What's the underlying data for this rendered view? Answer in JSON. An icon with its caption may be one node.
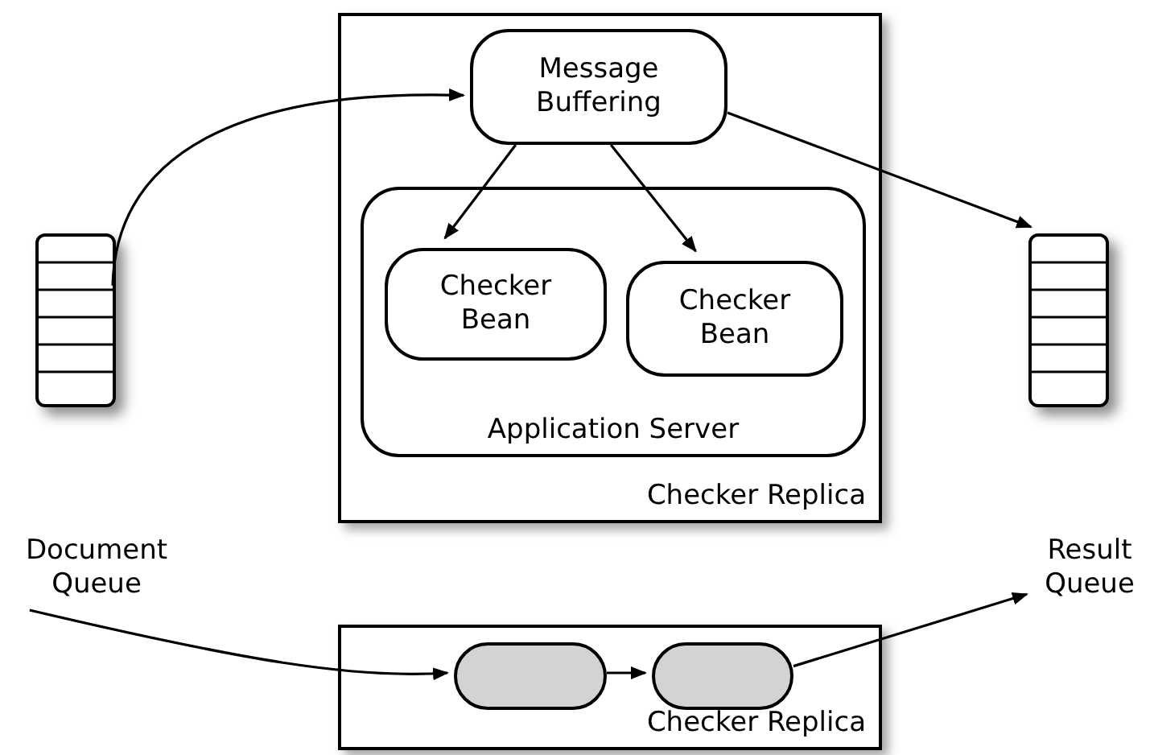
{
  "diagram": {
    "nodes": [
      {
        "text": [
          "Checker Replica"
        ]
      },
      {
        "text": [
          "Message Buffering"
        ],
        "in": 0
      },
      {
        "text": [
          "Application Server"
        ],
        "in": 0
      },
      {
        "text": [
          "Checker Bean"
        ],
        "in": 2
      },
      {
        "text": [
          "Checker Bean"
        ],
        "in": 2
      },
      {
        "text": [],
        "shape": "queue"
      },
      {
        "text": [],
        "shape": "queue"
      },
      {
        "text": [
          "Checker Replica"
        ]
      },
      {
        "text": [],
        "shape": "pill",
        "in": 7
      },
      {
        "text": [],
        "shape": "pill",
        "in": 7
      },
      {
        "text": [
          "Document Queue"
        ]
      },
      {
        "text": [
          "Result Queue"
        ]
      }
    ],
    "edges": [
      {
        "from": 5,
        "to": 1,
        "arrow": "to"
      },
      {
        "from": 1,
        "to": 3,
        "arrow": "to"
      },
      {
        "from": 1,
        "to": 4,
        "arrow": "to"
      },
      {
        "from": 1,
        "to": 6,
        "arrow": "to"
      },
      {
        "from": 10,
        "to": 8,
        "arrow": "to"
      },
      {
        "from": 8,
        "to": 9,
        "arrow": "to"
      },
      {
        "from": 9,
        "to": 11,
        "arrow": "to"
      }
    ]
  }
}
